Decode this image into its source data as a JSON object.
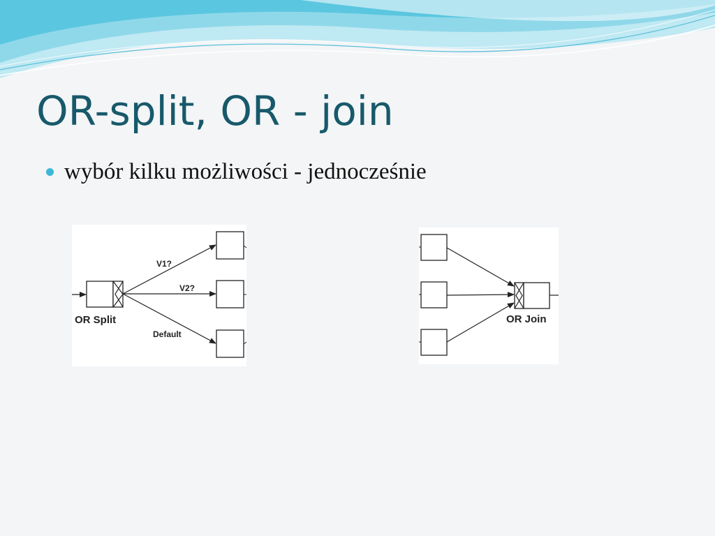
{
  "slide": {
    "title": "OR-split, OR - join",
    "bullets": [
      "wybór kilku możliwości - jednocześnie"
    ]
  },
  "colors": {
    "title": "#17596a",
    "bullet": "#3cb8d6",
    "wave_light": "#bfe9f3",
    "wave_dark": "#5bc6df",
    "background": "#f3f5f7"
  },
  "split_diagram": {
    "gate_label": "OR Split",
    "branch_labels": [
      "V1?",
      "V2?",
      "Default"
    ]
  },
  "join_diagram": {
    "gate_label": "OR Join"
  }
}
